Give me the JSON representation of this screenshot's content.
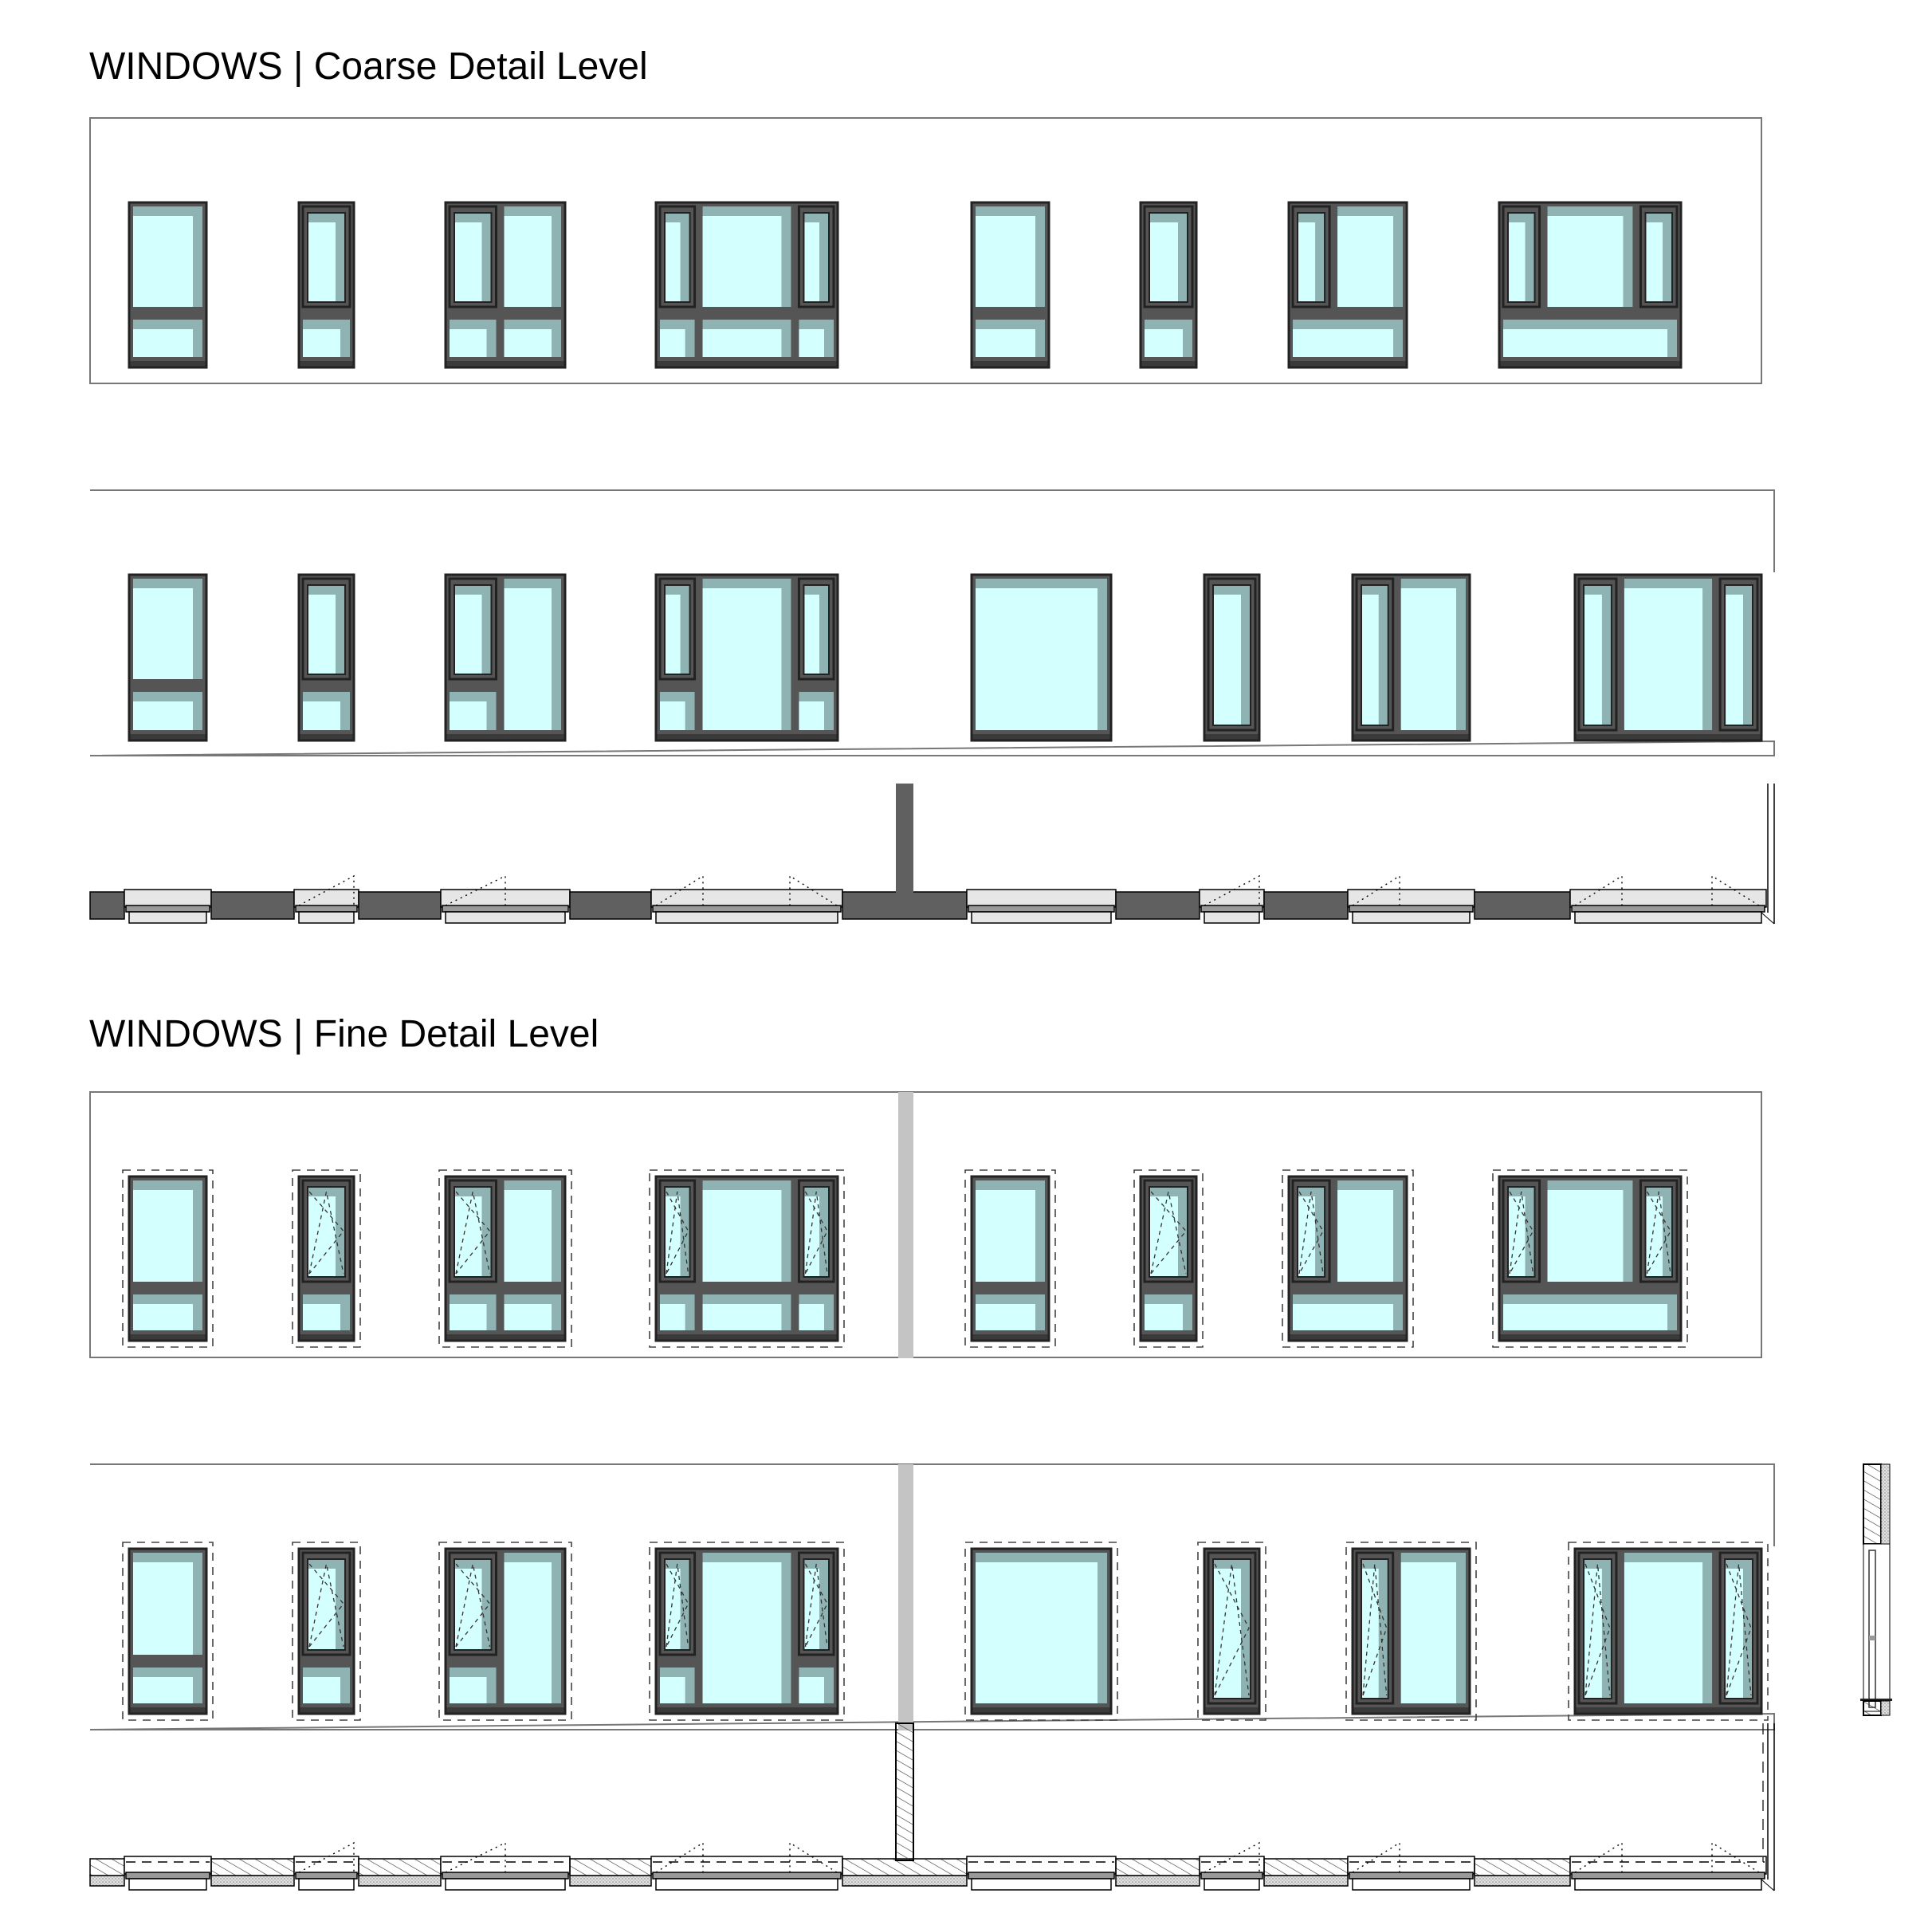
{
  "sections": [
    {
      "id": "coarse",
      "title": "WINDOWS | Coarse Detail Level"
    },
    {
      "id": "fine",
      "title": "WINDOWS | Fine Detail Level"
    }
  ],
  "colors": {
    "glass": "#d4ffff",
    "glass_shadow": "#8fb3b3",
    "frame": "#555555",
    "frame_outline": "#222222",
    "wall_coarse": "#606060",
    "wall_sill": "#e6e6e6",
    "divider_gray": "#c4c4c4",
    "box_line": "#777777"
  },
  "elevations": {
    "row1_types": [
      "fixed-transom",
      "casement-transom",
      "casement-fixed-2col",
      "casement-fixed-casement-3col",
      "fixed-transom",
      "casement-transom",
      "casement-fixed-wide-bottom",
      "casement-fixed-casement-wide-bottom"
    ],
    "row2_types": [
      "fixed-transom",
      "casement-transom",
      "casement-fixed-full-right",
      "casement-fixed-casement-full-center",
      "fixed-full",
      "casement-full",
      "casement-fixed-full",
      "casement-fixed-casement-full"
    ]
  },
  "legend": {
    "plan_labels": [
      "coarse-plan-section",
      "fine-plan-section"
    ],
    "section_detail": "wall-section-detail"
  }
}
